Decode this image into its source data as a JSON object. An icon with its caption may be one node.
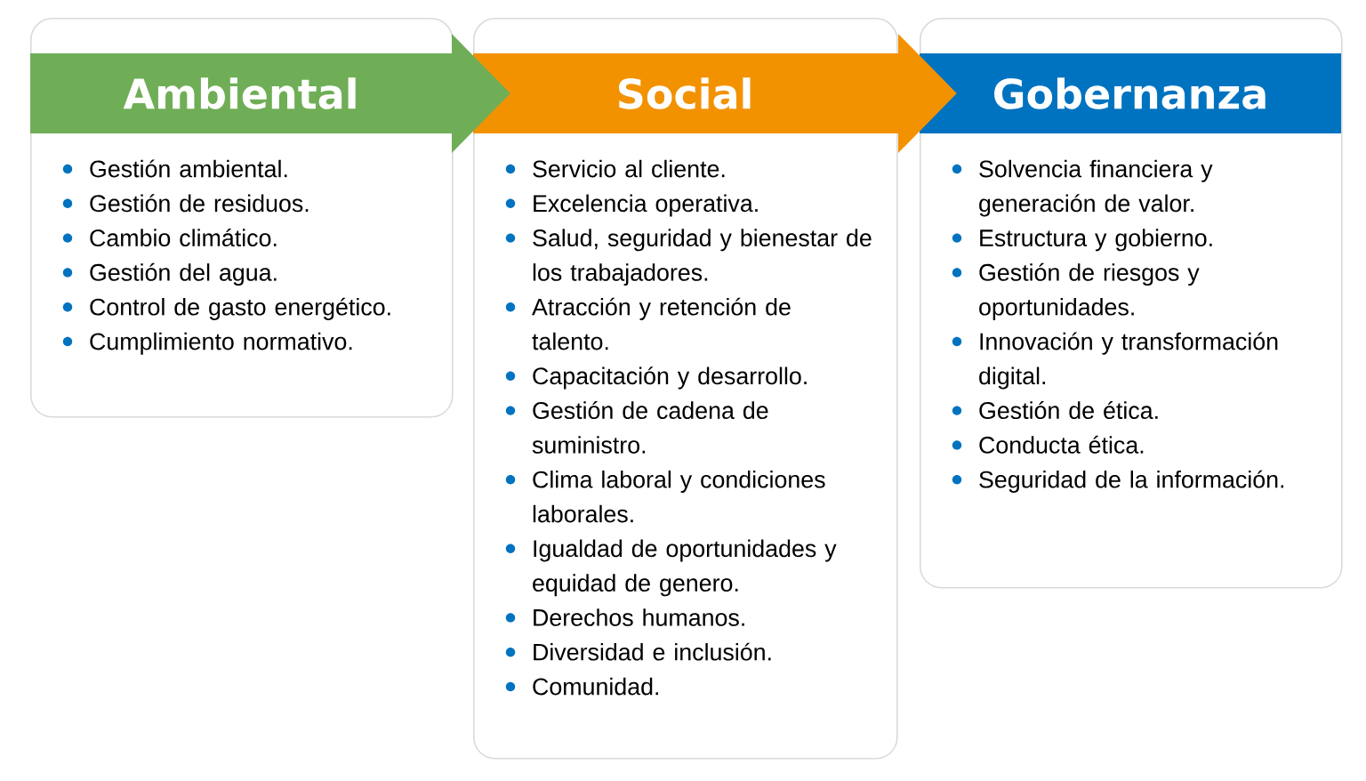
{
  "diagram": {
    "nodes": [
      {
        "text": [
          "Ambiental",
          "Gestión ambiental.",
          "Gestión de residuos.",
          "Cambio climático.",
          "Gestión del agua.",
          "Control de gasto energético.",
          "Cumplimiento normativo."
        ]
      },
      {
        "text": [
          "Social",
          "Servicio al cliente.",
          "Excelencia operativa.",
          "Salud, seguridad y bienestar de los trabajadores.",
          "Atracción y retención de talento.",
          "Capacitación y desarrollo.",
          "Gestión de cadena de suministro.",
          "Clima laboral y condiciones laborales.",
          "Igualdad de oportunidades y equidad de genero.",
          "Derechos humanos.",
          "Diversidad e inclusión.",
          "Comunidad."
        ]
      },
      {
        "text": [
          "Gobernanza",
          "Solvencia financiera y generación de valor.",
          "Estructura y gobierno.",
          "Gestión de riesgos y oportunidades.",
          "Innovación y transformación digital.",
          "Gestión de ética.",
          "Conducta ética.",
          "Seguridad de la información."
        ]
      }
    ],
    "edges": [
      {
        "from": 0,
        "to": 1,
        "arrow": "to"
      },
      {
        "from": 1,
        "to": 2,
        "arrow": "to"
      }
    ]
  }
}
